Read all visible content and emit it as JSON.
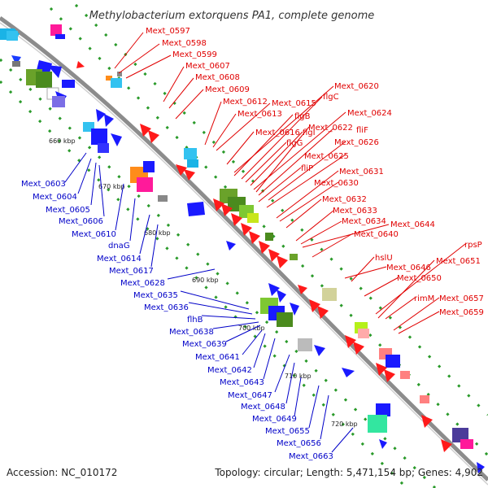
{
  "title": "Methylobacterium extorquens PA1, complete genome",
  "footer": {
    "accession": "Accession: NC_010172",
    "summary": "Topology: circular; Length: 5,471,154 bp; Genes: 4,902"
  },
  "ticks": [
    "660 kbp",
    "670 kbp",
    "680 kbp",
    "690 kbp",
    "700 kbp",
    "710 kbp",
    "720 kbp"
  ],
  "labels_plus_strand": [
    "Mext_0597",
    "Mext_0598",
    "Mext_0599",
    "Mext_0607",
    "Mext_0608",
    "Mext_0609",
    "Mext_0612",
    "Mext_0615",
    "Mext_0613",
    "Mext_0620",
    "flgC",
    "flgB",
    "Mext_0624",
    "Mext_0616",
    "Mext_0622",
    "fliF",
    "flgI",
    "flgG",
    "Mext_0626",
    "Mext_0625",
    "fliP",
    "Mext_0631",
    "Mext_0630",
    "Mext_0632",
    "Mext_0633",
    "Mext_0634",
    "Mext_0644",
    "Mext_0640",
    "rpsP",
    "hslU",
    "Mext_0651",
    "Mext_0646",
    "Mext_0650",
    "rimM",
    "Mext_0657",
    "Mext_0659"
  ],
  "labels_minus_strand": [
    "Mext_0603",
    "Mext_0604",
    "Mext_0605",
    "Mext_0606",
    "Mext_0610",
    "dnaG",
    "Mext_0614",
    "Mext_0617",
    "Mext_0628",
    "Mext_0635",
    "Mext_0636",
    "flhB",
    "Mext_0638",
    "Mext_0639",
    "Mext_0641",
    "Mext_0642",
    "Mext_0643",
    "Mext_0647",
    "Mext_0648",
    "Mext_0649",
    "Mext_0655",
    "Mext_0656",
    "Mext_0663"
  ],
  "colors": {
    "plus_gene": "#ff1a1a",
    "minus_gene": "#1a1aff",
    "backbone": "#8c8c8c",
    "tick_dots": "#2a9a2a",
    "plus_label": "#e00000",
    "minus_label": "#0000c8"
  }
}
